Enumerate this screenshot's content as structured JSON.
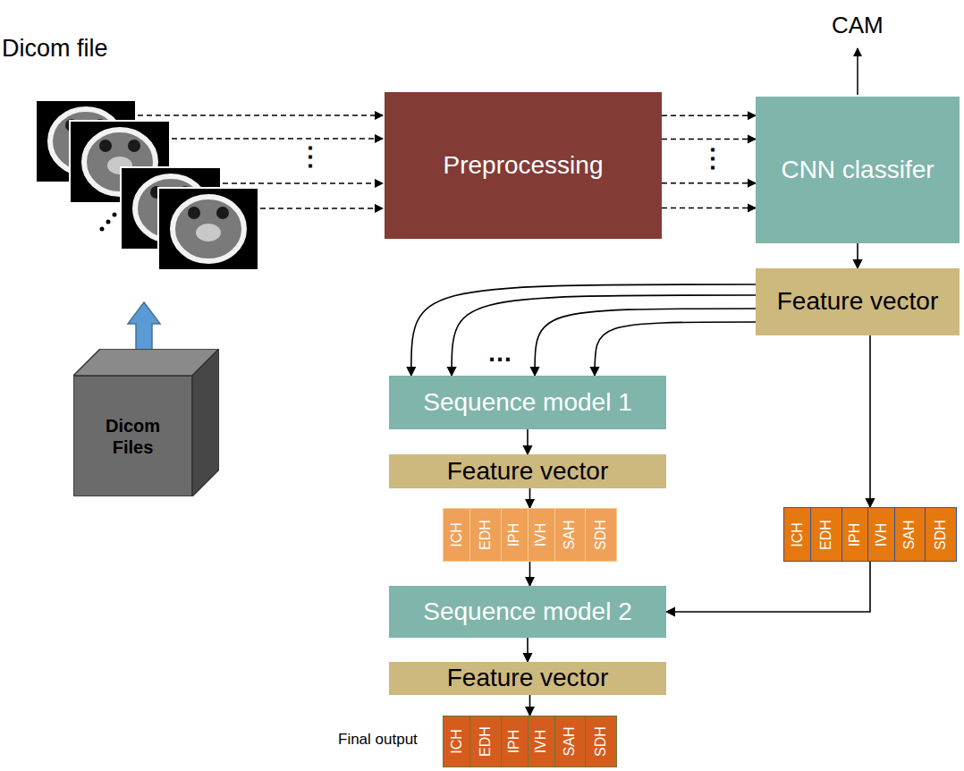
{
  "diagram": {
    "nodes": [
      {
        "text": [
          "Preprocessing"
        ]
      },
      {
        "text": [
          "CNN classifer"
        ]
      },
      {
        "text": [
          "Feature vector"
        ]
      },
      {
        "text": [
          "Sequence model 1"
        ]
      },
      {
        "text": [
          "Feature vector"
        ]
      },
      {
        "text": [
          "ICH",
          "EDH",
          "IPH",
          "IVH",
          "SAH",
          "SDH"
        ]
      },
      {
        "text": [
          "Sequence model 2"
        ]
      },
      {
        "text": [
          "Feature vector"
        ]
      },
      {
        "text": [
          "ICH",
          "EDH",
          "IPH",
          "IVH",
          "SAH",
          "SDH"
        ]
      },
      {
        "text": [
          "ICH",
          "EDH",
          "IPH",
          "IVH",
          "SAH",
          "SDH"
        ]
      },
      {
        "text": [
          "Dicom Files"
        ]
      }
    ],
    "edges": [
      {
        "from": 0,
        "to": 1,
        "arrow": "to"
      },
      {
        "from": 0,
        "to": 1,
        "arrow": "to"
      },
      {
        "from": 0,
        "to": 1,
        "arrow": "to"
      },
      {
        "from": 0,
        "to": 1,
        "arrow": "to"
      },
      {
        "from": 1,
        "to": 2,
        "arrow": "to"
      },
      {
        "from": 2,
        "to": 3,
        "arrow": "to"
      },
      {
        "from": 2,
        "to": 3,
        "arrow": "to"
      },
      {
        "from": 2,
        "to": 3,
        "arrow": "to"
      },
      {
        "from": 2,
        "to": 3,
        "arrow": "to"
      },
      {
        "from": 3,
        "to": 4,
        "arrow": "to"
      },
      {
        "from": 4,
        "to": 5,
        "arrow": "to"
      },
      {
        "from": 5,
        "to": 6,
        "arrow": "to"
      },
      {
        "from": 6,
        "to": 7,
        "arrow": "to"
      },
      {
        "from": 7,
        "to": 8,
        "arrow": "to"
      },
      {
        "from": 2,
        "to": 9,
        "arrow": "to"
      },
      {
        "from": 9,
        "to": 6,
        "arrow": "to"
      }
    ],
    "labels": [
      "Dicom file",
      "CAM",
      "⋮",
      "⋮",
      "…",
      "Final output"
    ]
  }
}
